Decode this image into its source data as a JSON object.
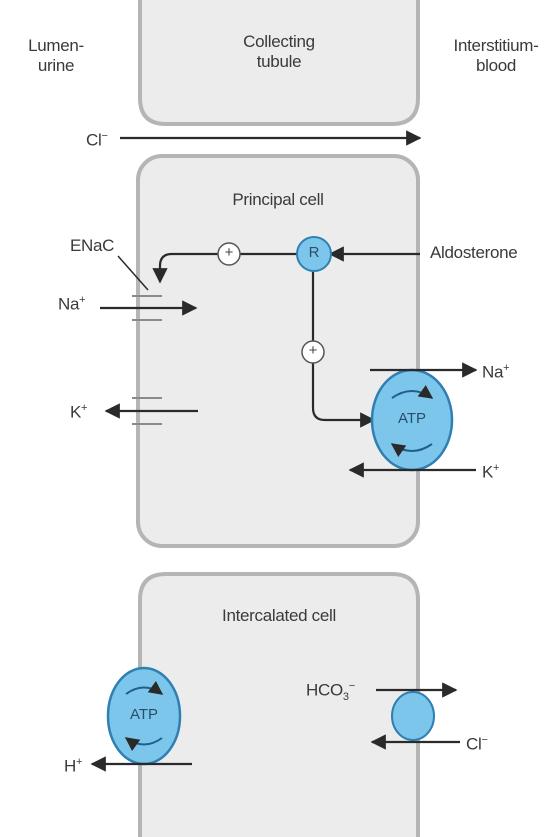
{
  "labels": {
    "lumen_line1": "Lumen-",
    "lumen_line2": "urine",
    "collecting_line1": "Collecting",
    "collecting_line2": "tubule",
    "interstitium_line1": "Interstitium-",
    "interstitium_line2": "blood",
    "cl_top": "Cl",
    "cl_top_sup": "−",
    "principal_cell": "Principal cell",
    "enac": "ENaC",
    "na_lumen": "Na",
    "na_lumen_sup": "+",
    "k_lumen": "K",
    "k_lumen_sup": "+",
    "receptor": "R",
    "aldosterone": "Aldosterone",
    "plus_1": "+",
    "plus_2": "+",
    "atp_principal": "ATP",
    "na_blood": "Na",
    "na_blood_sup": "+",
    "k_blood": "K",
    "k_blood_sup": "+",
    "intercalated_cell": "Intercalated cell",
    "atp_intercalated": "ATP",
    "h_lumen": "H",
    "h_lumen_sup": "+",
    "hco3": "HCO",
    "hco3_sub": "3",
    "hco3_sup": "−",
    "cl_blood": "Cl",
    "cl_blood_sup": "−"
  },
  "colors": {
    "cell_fill": "#ececec",
    "cell_border": "#b5b5b5",
    "protein_fill": "#7cc6ec",
    "protein_border": "#2f7fb3",
    "arrow": "#2a2a2a"
  }
}
